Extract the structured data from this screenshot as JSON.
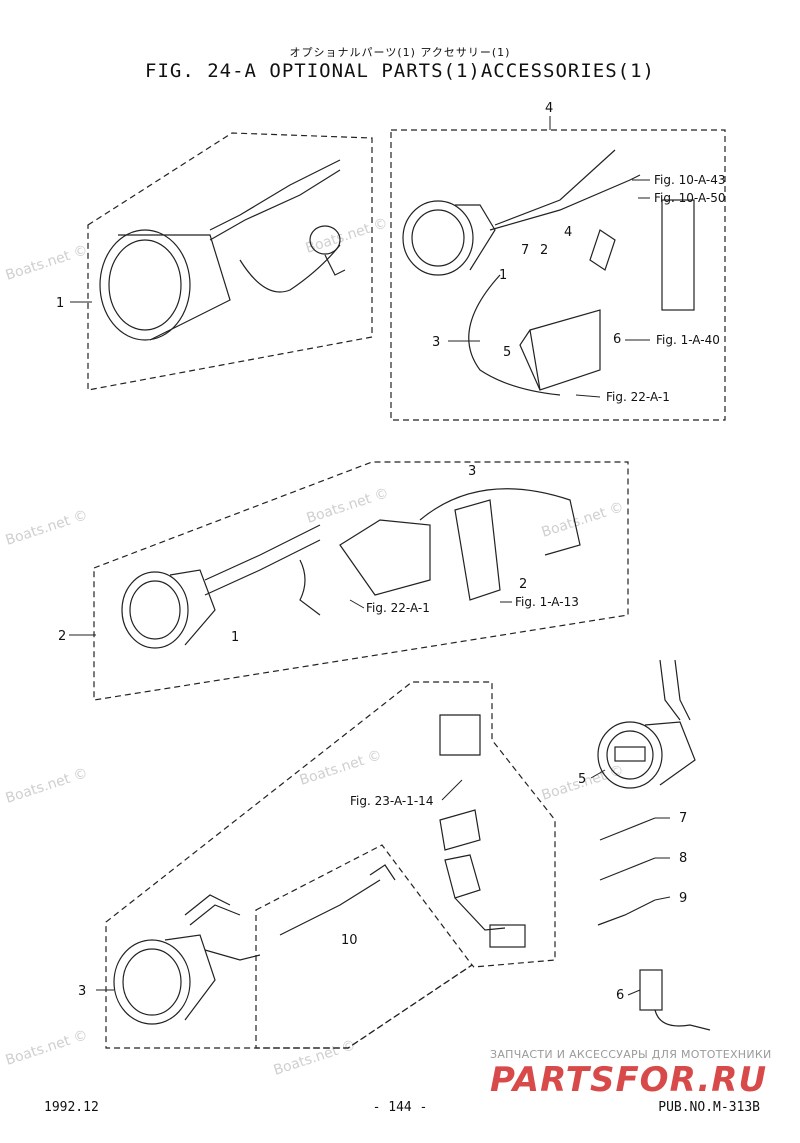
{
  "header": {
    "jp_title": "オプショナルパーツ(1) アクセサリー(1)",
    "title": "FIG. 24-A OPTIONAL PARTS(1)ACCESSORIES(1)"
  },
  "footer": {
    "date": "1992.12",
    "page": "- 144 -",
    "pub": "PUB.NO.M-313B"
  },
  "watermark": "Boats.net ©",
  "brand": {
    "tagline": "ЗАПЧАСТИ И АКСЕССУАРЫ ДЛЯ МОТОТЕХНИКИ",
    "logo": "PARTSFOR.RU",
    "logo_color": "#d84a4a"
  },
  "callouts": {
    "top_left_1": "1",
    "top_right_4": "4",
    "tr_1": "1",
    "tr_2": "2",
    "tr_3": "3",
    "tr_4": "4",
    "tr_5": "5",
    "tr_6": "6",
    "tr_7": "7",
    "mid_2": "2",
    "mid_1": "1",
    "mid_2b": "2",
    "mid_3": "3",
    "bot_3": "3",
    "bot_10": "10",
    "right_5": "5",
    "right_6": "6",
    "right_7": "7",
    "right_8": "8",
    "right_9": "9"
  },
  "references": {
    "r1": "Fig. 10-A-43",
    "r2": "Fig. 10-A-50",
    "r3": "Fig. 1-A-40",
    "r4": "Fig. 22-A-1",
    "r5": "Fig. 22-A-1",
    "r6": "Fig. 1-A-13",
    "r7": "Fig. 23-A-1-14"
  }
}
